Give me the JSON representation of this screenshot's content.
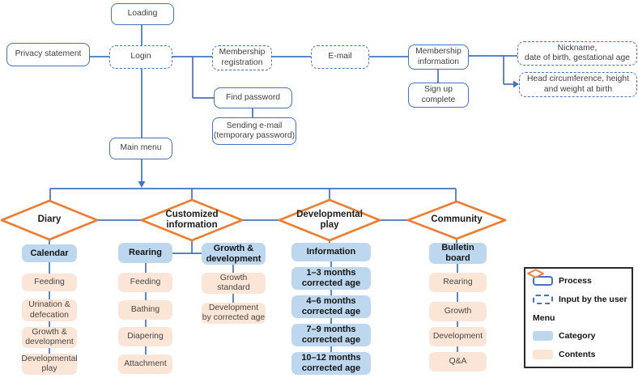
{
  "palette": {
    "line_blue": "#4472C4",
    "menu_orange": "#ED7D31",
    "category_fill": "#BDD7EE",
    "contents_fill": "#FBE5D6"
  },
  "process_flow": {
    "loading": "Loading",
    "privacy_statement": "Privacy statement",
    "login": "Login",
    "membership_registration": "Membership\nregistration",
    "email": "E-mail",
    "membership_information": "Membership\ninformation",
    "sign_up_complete": "Sign up\ncomplete",
    "find_password": "Find password",
    "sending_email": "Sending e-mail\n(temporary password)",
    "main_menu": "Main menu",
    "user_input_nickname": "Nickname,\ndate of birth, gestational age",
    "user_input_birth": "Head circumference, height\nand weight at birth"
  },
  "menus": {
    "diary": {
      "label": "Diary",
      "category": "Calendar",
      "contents": [
        "Feeding",
        "Urination &\ndefecation",
        "Growth &\ndevelopment",
        "Developmental\nplay"
      ]
    },
    "customized": {
      "label": "Customized\ninformation",
      "categories": [
        {
          "label": "Rearing",
          "contents": [
            "Feeding",
            "Bathing",
            "Diapering",
            "Attachment"
          ]
        },
        {
          "label": "Growth &\ndevelopment",
          "contents": [
            "Growth\nstandard",
            "Development\nby corrected age"
          ]
        }
      ]
    },
    "developmental_play": {
      "label": "Developmental\nplay",
      "category": "Information",
      "contents": [
        "1–3 months\ncorrected age",
        "4–6 months\ncorrected age",
        "7–9 months\ncorrected age",
        "10–12 months\ncorrected age"
      ]
    },
    "community": {
      "label": "Community",
      "category": "Bulletin\nboard",
      "contents": [
        "Rearing",
        "Growth",
        "Development",
        "Q&A"
      ]
    }
  },
  "legend": {
    "items": [
      "Process",
      "Input by the user",
      "Menu",
      "Category",
      "Contents"
    ]
  }
}
